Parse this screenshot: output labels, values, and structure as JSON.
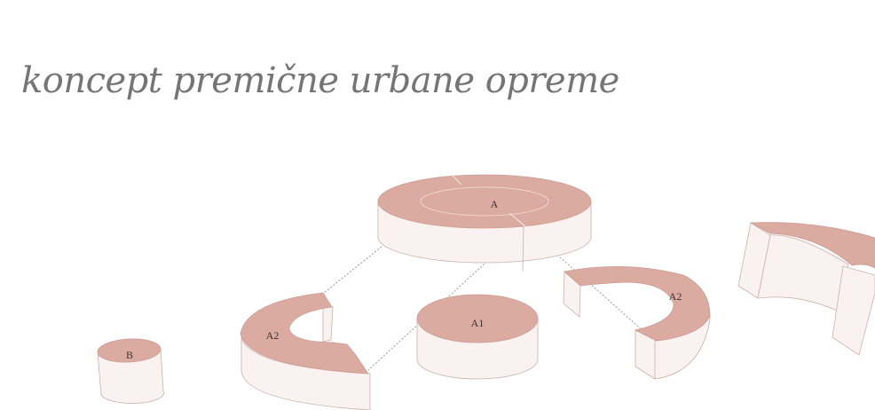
{
  "title": "koncept premične urbane opreme",
  "modules": {
    "a": "A",
    "a1": "A1",
    "a2_left": "A2",
    "a2_right": "A2",
    "b": "B"
  },
  "colors": {
    "top_face": "#dbaaa0",
    "side_face": "#faf2f0",
    "title_text": "#757575",
    "guide_lines": "#8e8e8e"
  }
}
